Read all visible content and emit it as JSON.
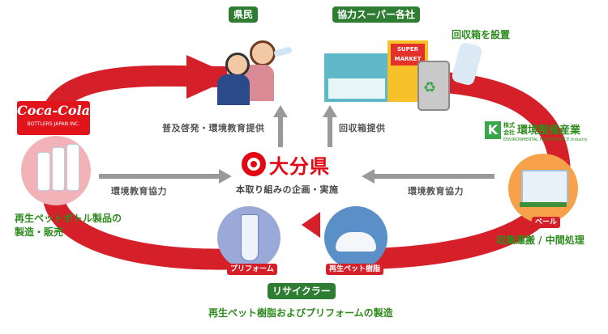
{
  "top_labels": {
    "kenmin": "県民",
    "super": "協力スーパー各社",
    "kaishu": "回収箱を設置"
  },
  "coca_cola": {
    "logo": "Coca-Cola",
    "sub": "BOTTLERS JAPAN INC."
  },
  "recycle_company": {
    "prefix": "株式会社",
    "name": "環境整備産業",
    "sub": "ENVIRONMENTAL MAINTENANCE Industry"
  },
  "super_sign": {
    "line1": "SUPER",
    "line2": "MARKET"
  },
  "center": {
    "org": "大分県",
    "caption": "本取り組みの企画・実施"
  },
  "arrows": {
    "fukyu": "普及啓発・環境教育提供",
    "kaishubako": "回収箱提供",
    "kyoiku_left": "環境教育協力",
    "kyoiku_right": "環境教育協力"
  },
  "left_caption": {
    "line1": "再生ペットボトル製品の",
    "line2": "製造・販売"
  },
  "bale": {
    "tag": "ベール",
    "caption": "収集運搬 / 中間処理"
  },
  "bottom": {
    "preform_tag": "プリフォーム",
    "resin_tag": "再生ペット樹脂",
    "recycler": "リサイクラー",
    "caption": "再生ペット樹脂およびプリフォームの製造"
  },
  "colors": {
    "cycle_red": "#d5202a",
    "green": "#2e7d32",
    "label_green": "#2e8b1e"
  }
}
